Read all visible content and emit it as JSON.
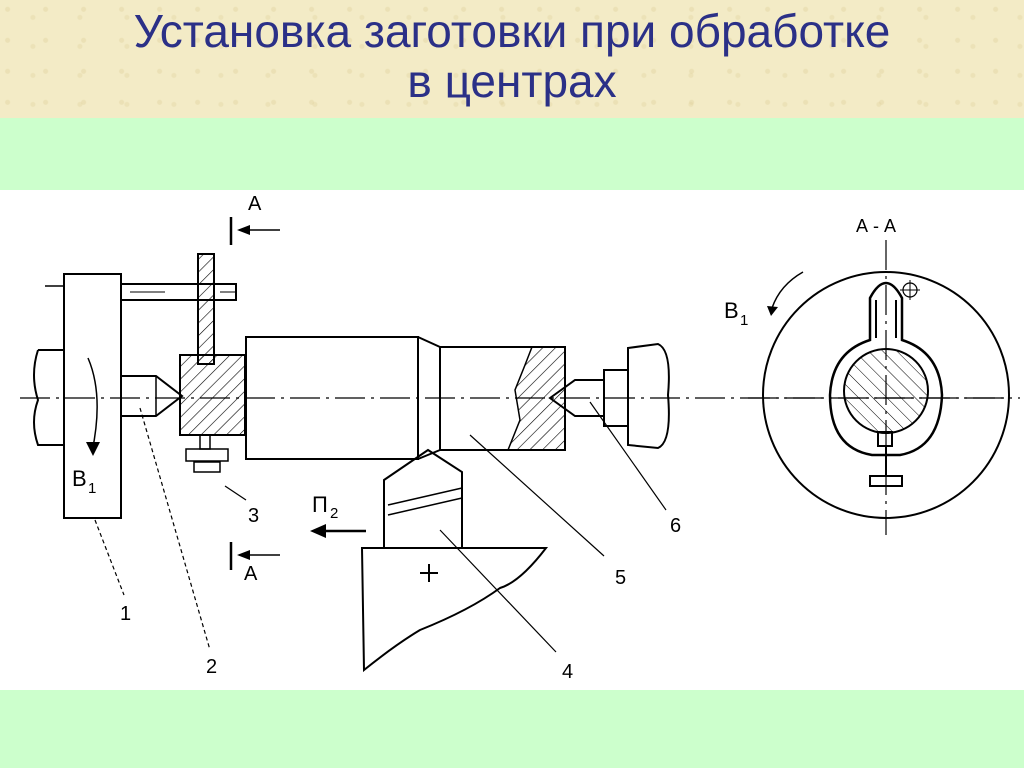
{
  "title": {
    "line1": "Установка заготовки при обработке",
    "line2": "в центрах"
  },
  "drawing": {
    "section_mark": "А",
    "section_title": "А - А",
    "rotation_letter": "В",
    "rotation_sub": "1",
    "feed_letter": "П",
    "feed_sub": "2",
    "callouts": [
      "1",
      "2",
      "3",
      "4",
      "5",
      "6"
    ],
    "plus_sign": "+"
  }
}
